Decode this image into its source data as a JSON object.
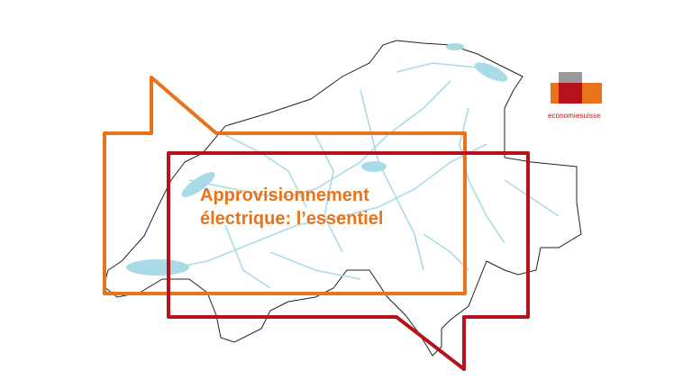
{
  "slide": {
    "title_line1": "Approvisionnement",
    "title_line2": "électrique: l’essentiel",
    "logo_text": "economiesuisse"
  },
  "colors": {
    "orange": "#e8731a",
    "red": "#b5121b",
    "gray": "#9a9a9a",
    "water": "#a9dbe6"
  }
}
